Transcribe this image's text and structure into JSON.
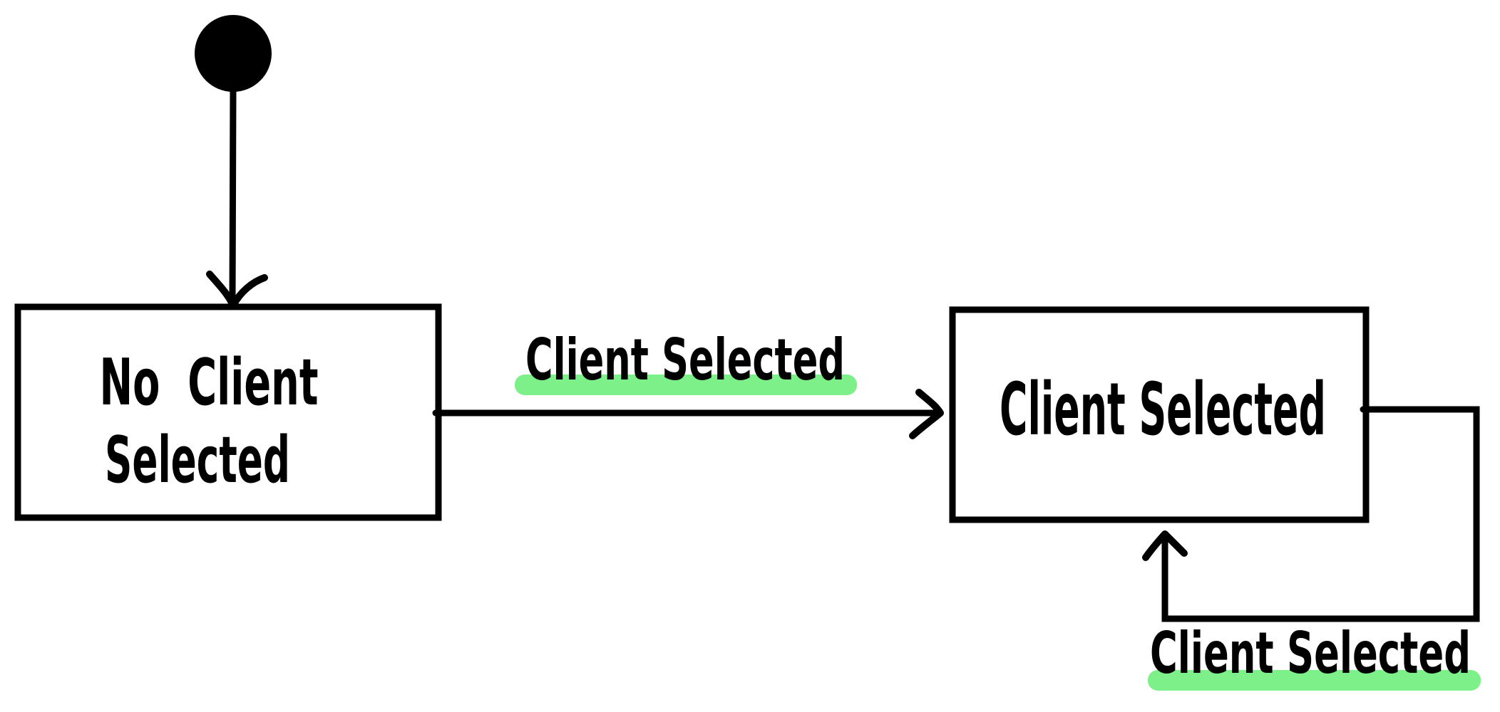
{
  "diagram": {
    "kind": "uml-state-machine",
    "background": "#ffffff",
    "colors": {
      "ink": "#000000",
      "highlight_green": "#7ef08a"
    },
    "initial_state": {
      "marker": "filled-circle"
    },
    "nodes": [
      {
        "id": "no-client-selected",
        "label": "No Client Selected",
        "text_line1": "No  Client",
        "text_line2": "Selected"
      },
      {
        "id": "client-selected",
        "label": "Client Selected"
      }
    ],
    "edges": [
      {
        "from": "initial",
        "to": "no-client-selected",
        "label": ""
      },
      {
        "from": "no-client-selected",
        "to": "client-selected",
        "label": "Client Selected",
        "highlighted": true
      },
      {
        "from": "client-selected",
        "to": "client-selected",
        "label": "Client Selected",
        "highlighted": true,
        "style": "self-loop"
      }
    ]
  }
}
